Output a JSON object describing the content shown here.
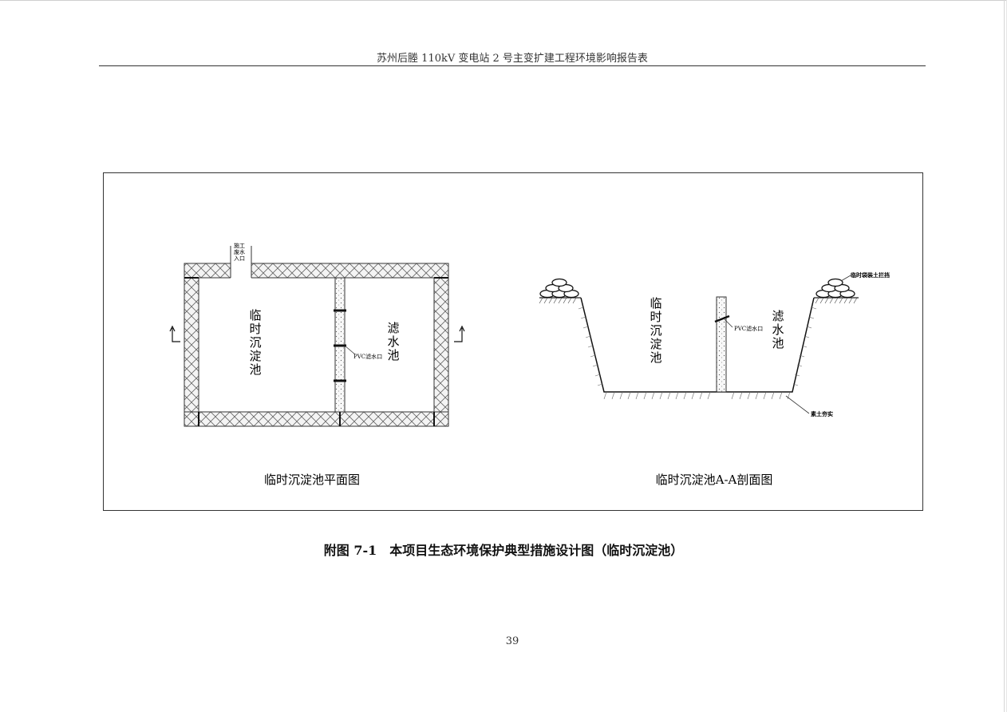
{
  "header": {
    "title": "苏州后塍 110kV 变电站 2 号主变扩建工程环境影响报告表"
  },
  "plan_view": {
    "inlet_label": [
      "施工",
      "废水",
      "入口"
    ],
    "left_pool_label": [
      "临",
      "时",
      "沉",
      "淀",
      "池"
    ],
    "right_pool_label": [
      "滤",
      "水",
      "池"
    ],
    "filter_label": "PVC滤水口",
    "view_title": "临时沉淀池平面图"
  },
  "section_view": {
    "left_pool_label": [
      "临",
      "时",
      "沉",
      "淀",
      "池"
    ],
    "right_pool_label": [
      "滤",
      "水",
      "池"
    ],
    "filter_label": "PVC滤水口",
    "sandbag_label": "临时袋装土拦挡",
    "ground_label": "素土夯实",
    "view_title": "临时沉淀池A-A剖面图"
  },
  "caption": "附图 7-1　本项目生态环境保护典型措施设计图（临时沉淀池）",
  "page_number": "39"
}
